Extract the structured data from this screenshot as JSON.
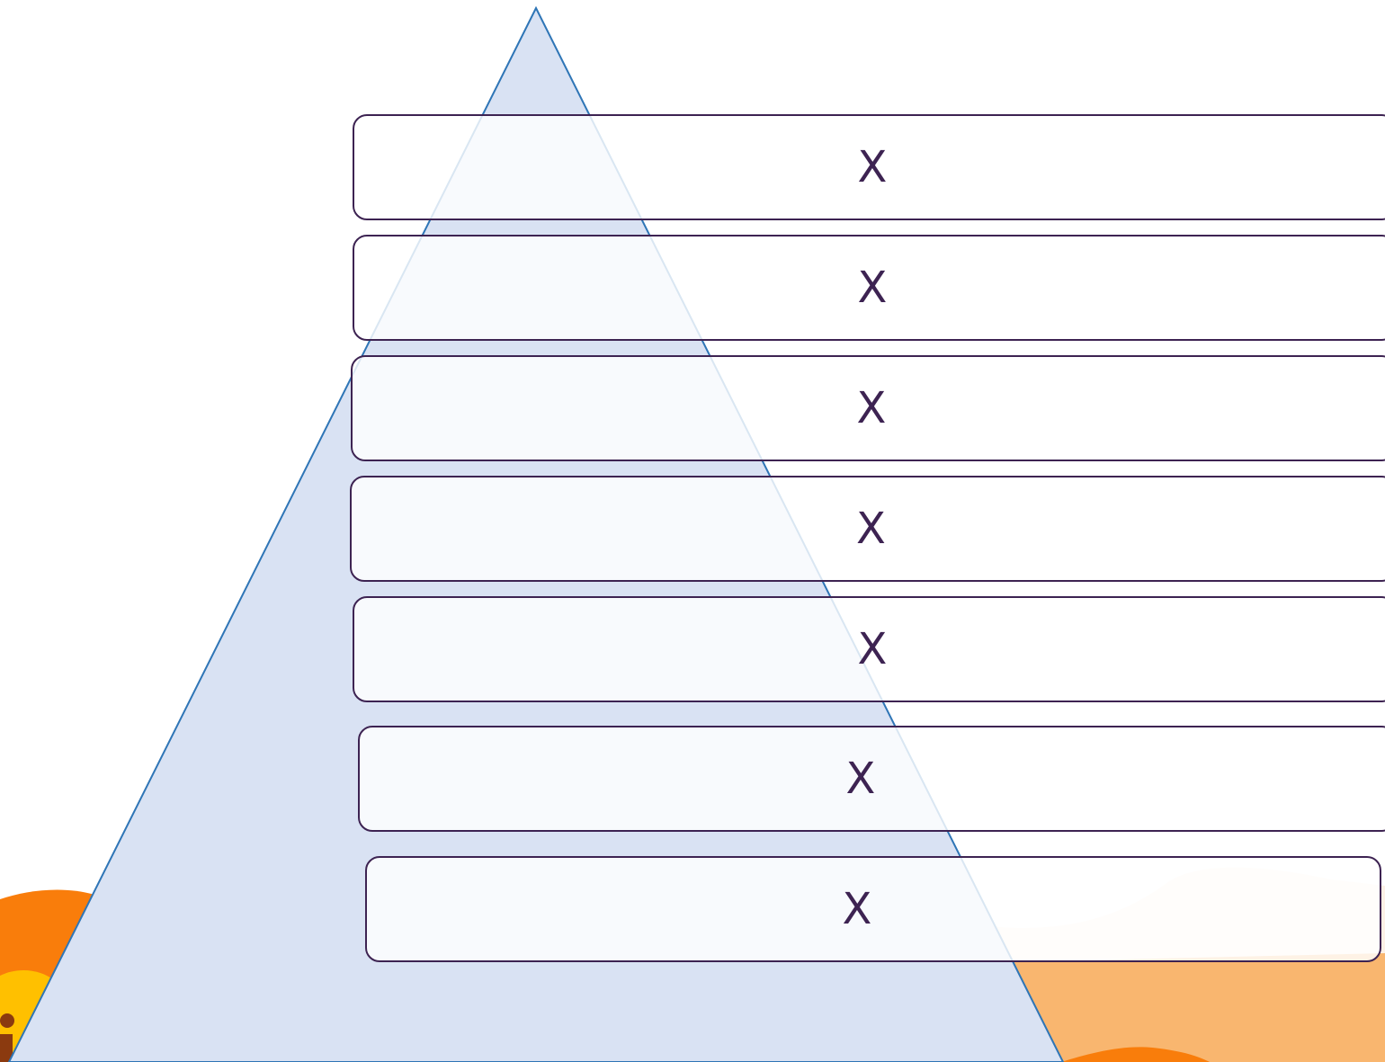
{
  "diagram": {
    "type": "pyramid",
    "levels": [
      {
        "label": "X"
      },
      {
        "label": "X"
      },
      {
        "label": "X"
      },
      {
        "label": "X"
      },
      {
        "label": "X"
      },
      {
        "label": "X"
      },
      {
        "label": "X"
      }
    ]
  },
  "colors": {
    "pyramid_fill": "#d9e2f3",
    "pyramid_stroke": "#2e75b6",
    "level_border": "#3d2352",
    "label_color": "#3d2352",
    "accent_orange": "#f97d0b",
    "accent_peach": "#f9b66f",
    "accent_yellow": "#ffc000"
  }
}
